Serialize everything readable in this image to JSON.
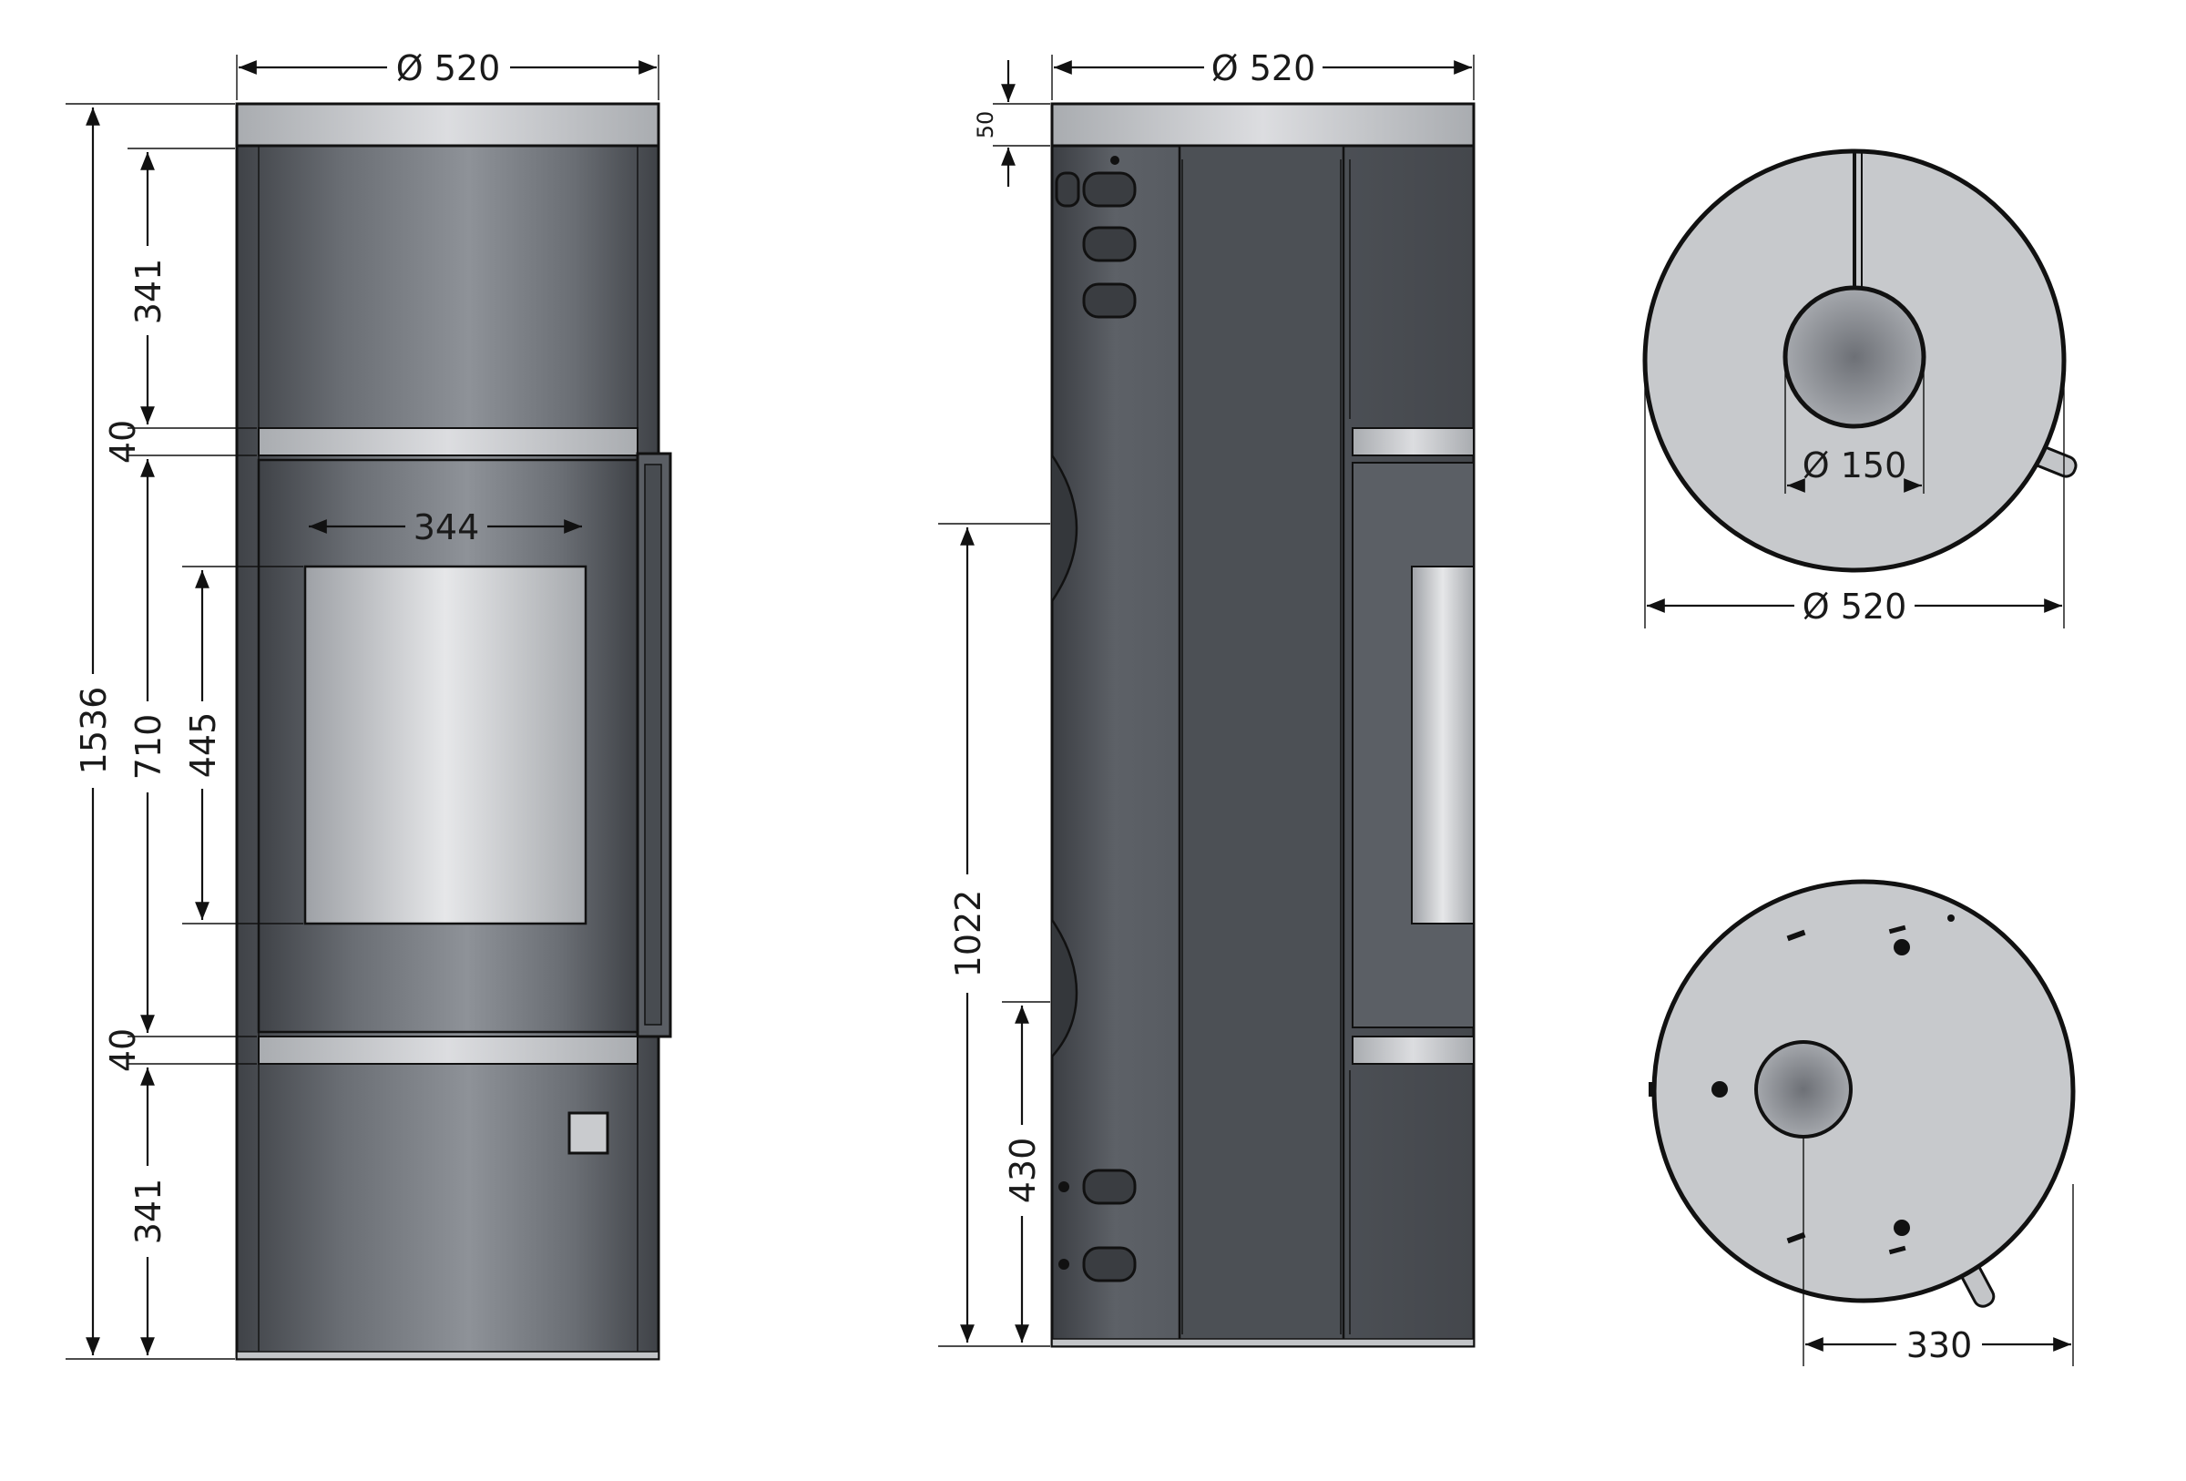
{
  "front_view": {
    "width_label": "Ø 520",
    "total_height_label": "1536",
    "top_panel_label": "341",
    "upper_band_label": "40",
    "door_height_label": "710",
    "lower_band_label": "40",
    "bottom_panel_label": "341",
    "glass_width_label": "344",
    "glass_height_label": "445"
  },
  "side_view": {
    "width_label": "Ø 520",
    "top_cap_label": "50",
    "outlet_height_label": "1022",
    "air_inlet_height_label": "430"
  },
  "top_view": {
    "flue_diameter_label": "Ø 150",
    "outer_diameter_label": "Ø 520"
  },
  "bottom_view": {
    "offset_label": "330"
  },
  "colors": {
    "body_dark": "#555a60",
    "body_mid": "#8a8e94",
    "steel_light": "#c8cacd",
    "glass": "#d4d6d9",
    "top_plate": "#bfc1c4"
  }
}
